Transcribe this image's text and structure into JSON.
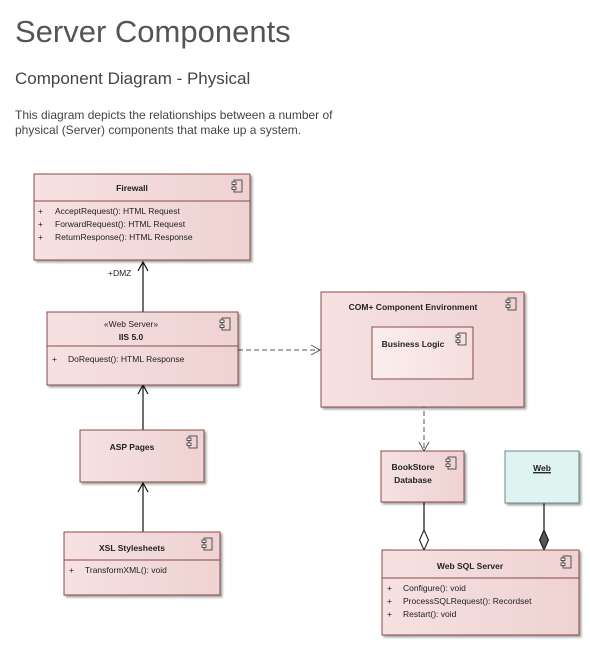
{
  "header": {
    "title": "Server Components",
    "subtitle": "Component Diagram - Physical",
    "description": "This diagram depicts the relationships between a number of physical (Server) components that make up a system."
  },
  "components": {
    "firewall": {
      "name": "Firewall",
      "ops": [
        "AcceptRequest(): HTML Request",
        "ForwardRequest(): HTML Request",
        "ReturnResponse(): HTML Response"
      ]
    },
    "iis": {
      "stereotype": "«Web Server»",
      "name": "IIS 5.0",
      "ops": [
        "DoRequest(): HTML Response"
      ]
    },
    "asp": {
      "name": "ASP Pages"
    },
    "xsl": {
      "name": "XSL Stylesheets",
      "ops": [
        "TransformXML(): void"
      ]
    },
    "com": {
      "name": "COM+ Component Environment"
    },
    "business": {
      "name": "Business Logic"
    },
    "bookstore": {
      "name_line1": "BookStore",
      "name_line2": "Database"
    },
    "web_note": {
      "name": "Web"
    },
    "websql": {
      "name": "Web SQL Server",
      "ops": [
        "Configure(): void",
        "ProcessSQLRequest(): Recordset",
        "Restart(): void"
      ]
    }
  },
  "edges": {
    "dmz_label": "+DMZ"
  },
  "visibility_marker": "+"
}
